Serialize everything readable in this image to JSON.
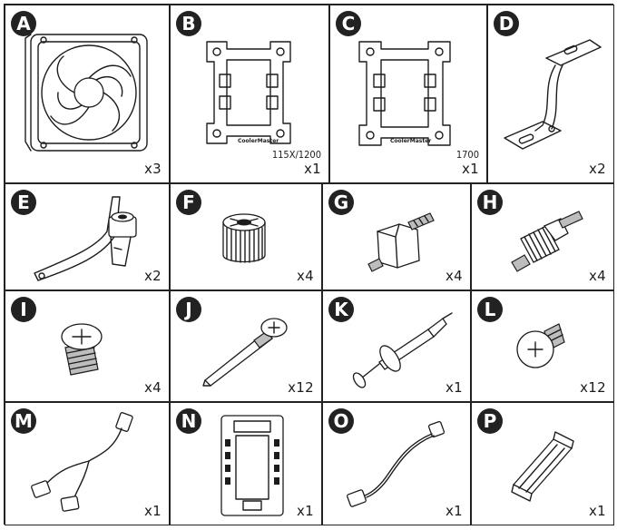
{
  "parts": [
    {
      "letter": "A",
      "quantity": "x3",
      "icon": "fan-icon"
    },
    {
      "letter": "B",
      "quantity": "x1",
      "sublabel": "115X/1200",
      "brand": "CoolerMaster",
      "icon": "intel-backplate-115x-icon"
    },
    {
      "letter": "C",
      "quantity": "x1",
      "sublabel": "1700",
      "brand": "CoolerMaster",
      "icon": "intel-backplate-1700-icon"
    },
    {
      "letter": "D",
      "quantity": "x2",
      "icon": "mounting-bracket-icon"
    },
    {
      "letter": "E",
      "quantity": "x2",
      "icon": "amd-bracket-icon"
    },
    {
      "letter": "F",
      "quantity": "x4",
      "icon": "thumb-nut-icon"
    },
    {
      "letter": "G",
      "quantity": "x4",
      "icon": "hex-standoff-icon"
    },
    {
      "letter": "H",
      "quantity": "x4",
      "icon": "threaded-standoff-icon"
    },
    {
      "letter": "I",
      "quantity": "x4",
      "icon": "short-screw-icon"
    },
    {
      "letter": "J",
      "quantity": "x12",
      "icon": "long-screw-icon"
    },
    {
      "letter": "K",
      "quantity": "x1",
      "icon": "thermal-paste-syringe-icon"
    },
    {
      "letter": "L",
      "quantity": "x12",
      "icon": "fan-screw-icon"
    },
    {
      "letter": "M",
      "quantity": "x1",
      "icon": "y-splitter-cable-icon"
    },
    {
      "letter": "N",
      "quantity": "x1",
      "icon": "fan-hub-icon"
    },
    {
      "letter": "O",
      "quantity": "x1",
      "icon": "adapter-cable-icon"
    },
    {
      "letter": "P",
      "quantity": "x1",
      "icon": "cable-clip-icon"
    }
  ]
}
